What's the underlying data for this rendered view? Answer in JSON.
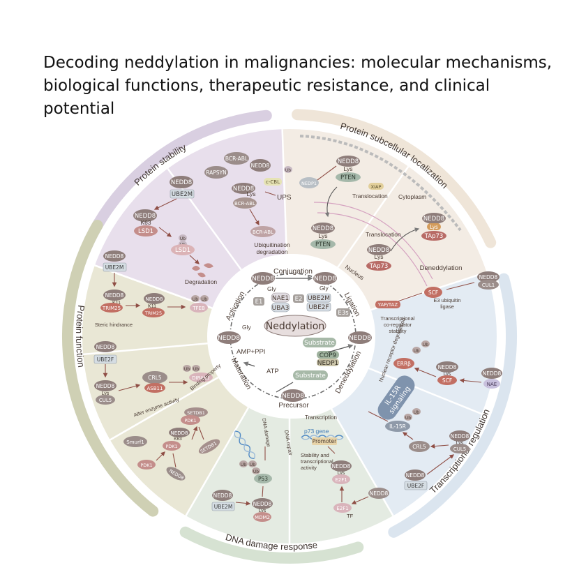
{
  "title": "Decoding neddylation in malignancies: molecular mechanisms, biological functions, therapeutic resistance, and clinical potential",
  "colors": {
    "protein_stability": "#e8dfec",
    "protein_localization": "#f3ece4",
    "transcriptional": "#e3ebf3",
    "dna_damage": "#e4ebe2",
    "protein_function": "#e9e7d5",
    "ring_stability": "#d9cfe1",
    "ring_localization": "#efe5d8",
    "ring_transcriptional": "#dbe5ef",
    "ring_dna": "#d6e2d2",
    "ring_function": "#cfd0b4",
    "molecule": "#8e7d7a",
    "arrow": "#8f4e45"
  },
  "outer_labels": {
    "stability": "Protein stability",
    "localization": "Protein subcellular localization",
    "transcriptional": "Transcriptional regulation",
    "dna": "DNA damage response",
    "function": "Protein function"
  },
  "center": {
    "title": "Neddylation",
    "conjugation": "Conjugation",
    "ligation": "Ligation",
    "deneddylation": "Deneddylation",
    "maturation": "Maturation",
    "activation": "Activation",
    "nedd8": "NEDD8",
    "gly": "Gly",
    "e1": "E1",
    "e2": "E2",
    "e3s": "E3s",
    "nae1": "NAE1",
    "uba3": "UBA3",
    "ube2m": "UBE2M",
    "ube2f": "UBE2F",
    "substrate": "Substrate",
    "cop9": "COP9",
    "nedp1": "NEDP1",
    "amp_ppi": "AMP+PPI",
    "atp": "ATP",
    "precursor": "Precursor"
  },
  "stability": {
    "nedd8": "NEDD8",
    "ube2m": "UBE2M",
    "k63": "K63",
    "lsd1": "LSD1",
    "ub": "Ub",
    "degradation": "Degradation",
    "bcr_abl": "BCR-ABL",
    "rapsyn": "RAPSYN",
    "lys": "Lys",
    "c_cbl": "c-CBL",
    "ups": "UPS",
    "ubiq_line1": "Ubiquitination",
    "ubiq_line2": "degradation"
  },
  "localization": {
    "nedd8": "NEDD8",
    "lys": "Lys",
    "pten": "PTEN",
    "nedp1": "NEDP1",
    "xiap": "XIAP",
    "translocation": "Translocation",
    "cytoplasm": "Cytoplasm",
    "nucleus": "Nucleus",
    "tap73": "TAp73"
  },
  "transcriptional": {
    "deneddylation": "Deneddylation",
    "nedd8": "NEDD8",
    "cul1": "CUL1",
    "scf": "SCF",
    "e3_line1": "E3 ubiquitin",
    "e3_line2": "ligase",
    "yap_taz": "YAP/TAZ",
    "coreg_line1": "Transcriptional",
    "coreg_line2": "co-regulator",
    "coreg_line3": "stability",
    "nuclear_receptor": "Nuclear receptor degradation",
    "ub": "Ub",
    "errb": "ERRβ",
    "lys": "Lys",
    "nae": "NAE",
    "il15r_line1": "IL-15R",
    "il15r_line2": "signaling",
    "il15r": "IL-15R",
    "crl5": "CRL5",
    "cul5": "CUL5",
    "ube2f": "UBE2F"
  },
  "dna": {
    "transcription": "Transcription",
    "p73_gene": "p73 gene",
    "promoter": "Promoter",
    "stab_line1": "Stability and",
    "stab_line2": "transcriptional",
    "stab_line3": "activity",
    "nedd8": "NEDD8",
    "lys": "Lys",
    "e2f1": "E2F1",
    "tf": "TF",
    "dna_damage": "DNA damage",
    "dna_repair": "DNA repair",
    "ub": "Ub",
    "p53": "P53",
    "ube2m": "UBE2M",
    "mdm2": "MDM2"
  },
  "function": {
    "nedd8": "NEDD8",
    "ube2m": "UBE2M",
    "k11": "K11",
    "trim25": "TRIM25",
    "ub": "Ub",
    "tfeb": "TFEB",
    "steric": "Steric hindrance",
    "ube2f": "UBE2F",
    "lys": "Lys",
    "cul5": "CUL5",
    "crl5": "CRL5",
    "asb11": "ASB11",
    "diras2": "DIRAS2",
    "alter": "Alter enzyme activity",
    "binding": "Binding property",
    "setdb1": "SETDB1",
    "pdk1": "PDK1",
    "k63": "K63",
    "smurf1": "Smurf1"
  }
}
